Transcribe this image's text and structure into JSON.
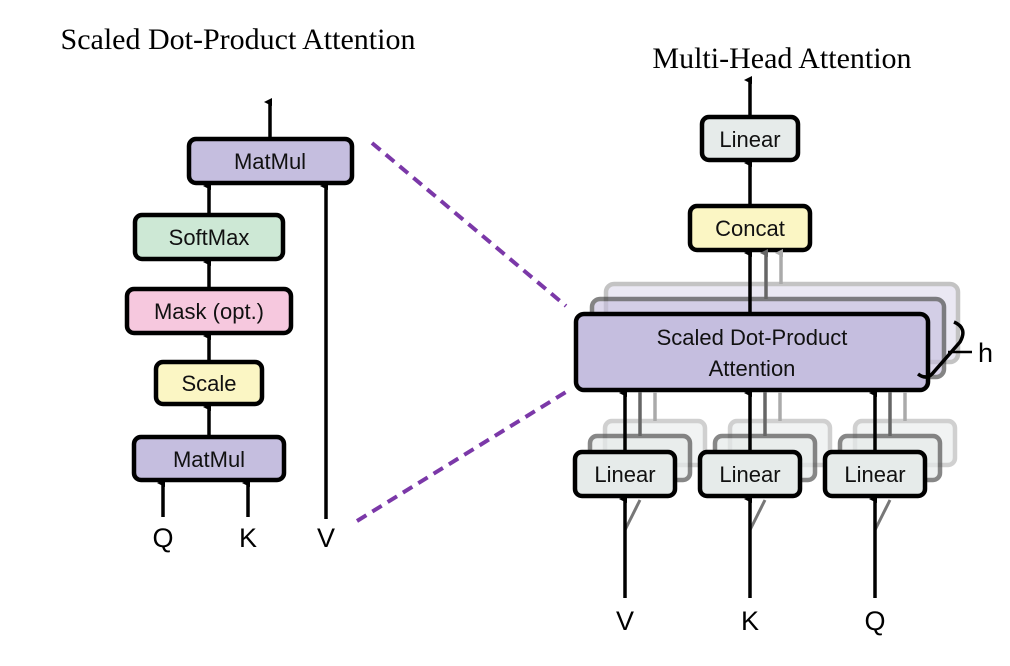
{
  "colors": {
    "matmul": "#c5bedf",
    "softmax": "#cde8d5",
    "mask": "#f6c8de",
    "scale": "#fbf6c4",
    "linear": "#e6ebea",
    "concat": "#fbf6c4",
    "attention": "#c5bedf",
    "connector": "#7b38a8"
  },
  "left": {
    "title": "Scaled Dot-Product Attention",
    "matmul_top": "MatMul",
    "softmax": "SoftMax",
    "mask": "Mask (opt.)",
    "scale": "Scale",
    "matmul_bottom": "MatMul",
    "inputs": {
      "q": "Q",
      "k": "K",
      "v": "V"
    }
  },
  "right": {
    "title": "Multi-Head Attention",
    "linear_out": "Linear",
    "concat": "Concat",
    "attention_line1": "Scaled Dot-Product",
    "attention_line2": "Attention",
    "heads_label": "h",
    "linear_in": [
      "Linear",
      "Linear",
      "Linear"
    ],
    "inputs": {
      "v": "V",
      "k": "K",
      "q": "Q"
    }
  }
}
